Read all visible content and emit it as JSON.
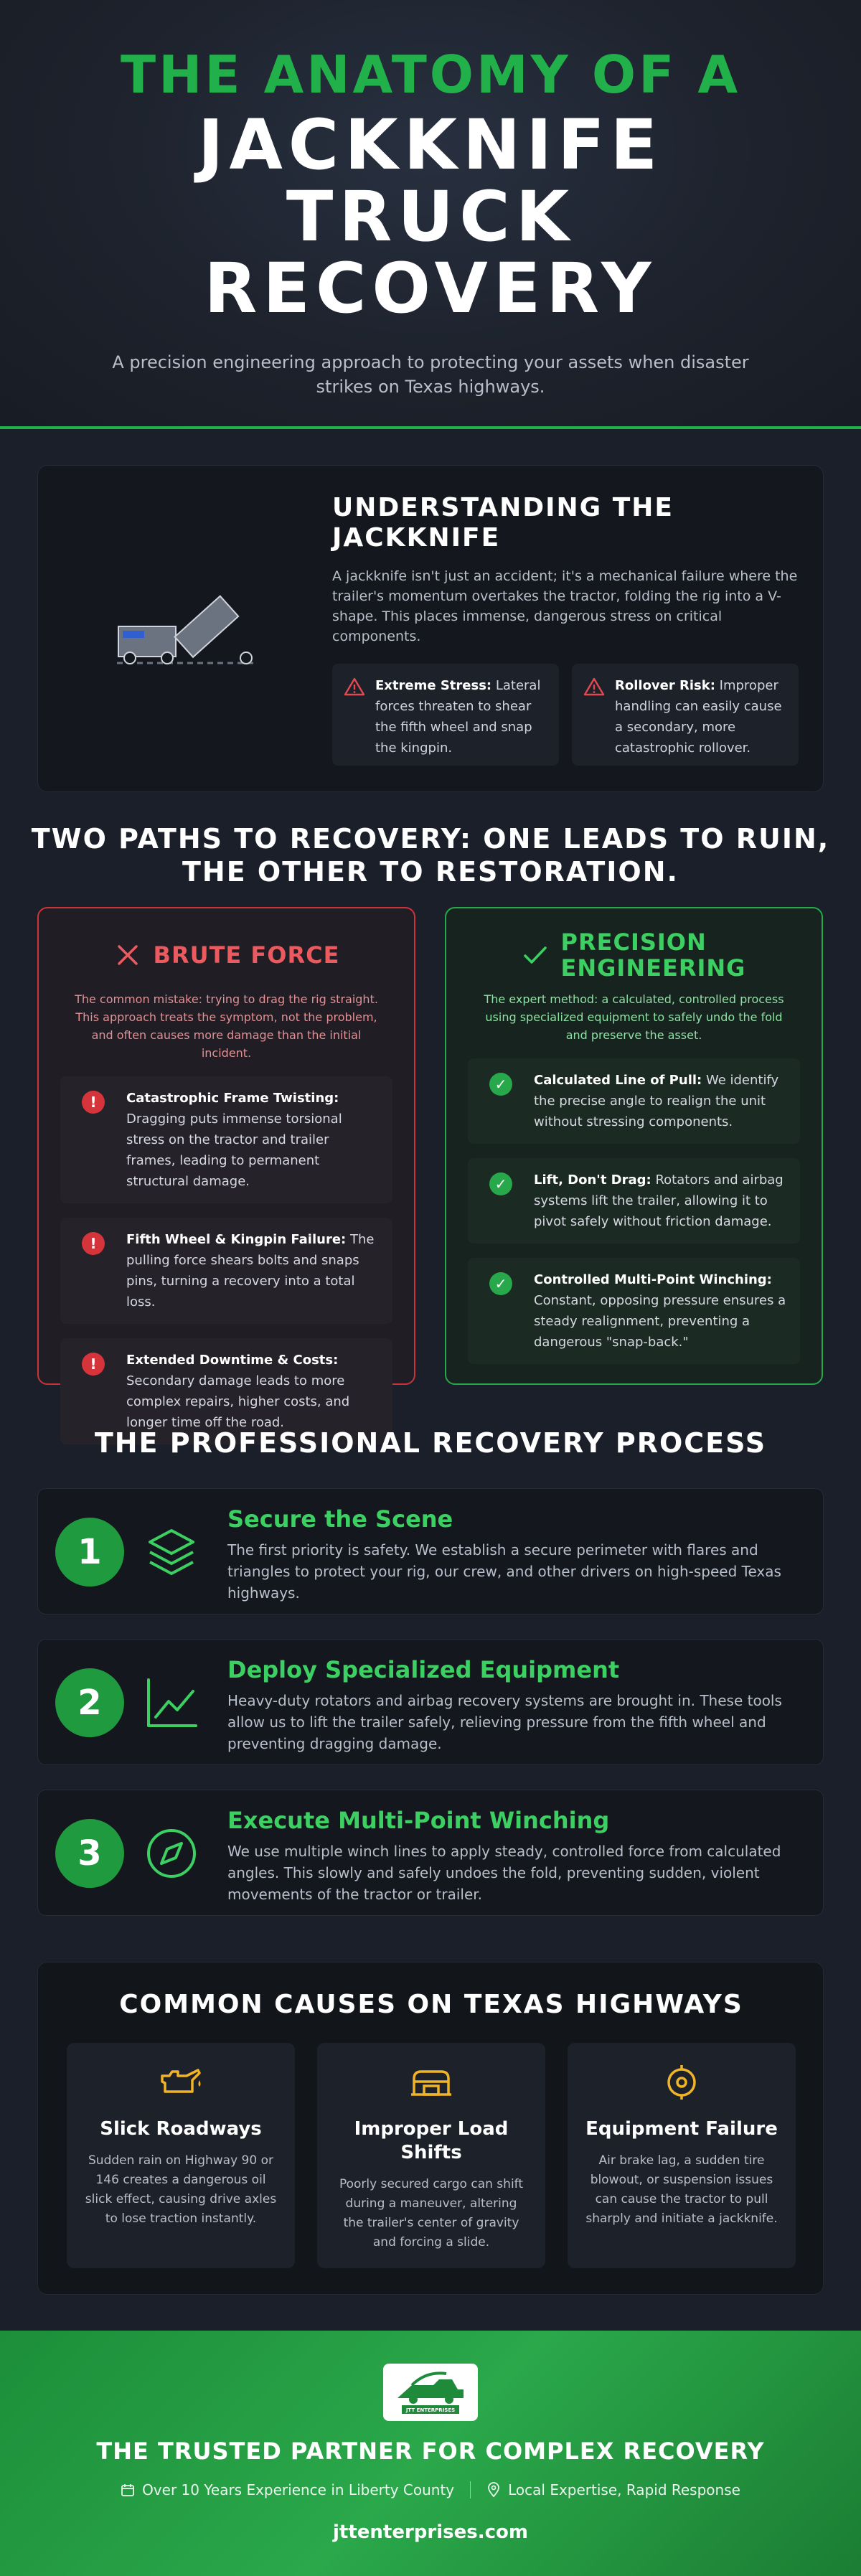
{
  "hero": {
    "kicker": "THE ANATOMY OF A",
    "title_lines": [
      "JACKKNIFE",
      "TRUCK",
      "RECOVERY"
    ],
    "subtitle": "A precision engineering approach to protecting your assets when disaster strikes on Texas highways."
  },
  "understand": {
    "title": "UNDERSTANDING THE JACKKNIFE",
    "body": "A jackknife isn't just an accident; it's a mechanical failure where the trailer's momentum overtakes the tractor, folding the rig into a V-shape. This places immense, dangerous stress on critical components.",
    "risks": [
      {
        "label": "Extreme Stress:",
        "text": " Lateral forces threaten to shear the fifth wheel and snap the kingpin."
      },
      {
        "label": "Rollover Risk:",
        "text": " Improper handling can easily cause a secondary, more catastrophic rollover."
      }
    ]
  },
  "paths": {
    "title": "TWO PATHS TO RECOVERY: ONE LEADS TO RUIN, THE OTHER TO RESTORATION.",
    "bad": {
      "name": "BRUTE FORCE",
      "desc": "The common mistake: trying to drag the rig straight. This approach treats the symptom, not the problem, and often causes more damage than the initial incident.",
      "items": [
        {
          "label": "Catastrophic Frame Twisting:",
          "text": " Dragging puts immense torsional stress on the tractor and trailer frames, leading to permanent structural damage."
        },
        {
          "label": "Fifth Wheel & Kingpin Failure:",
          "text": " The pulling force shears bolts and snaps pins, turning a recovery into a total loss."
        },
        {
          "label": "Extended Downtime & Costs:",
          "text": " Secondary damage leads to more complex repairs, higher costs, and longer time off the road."
        }
      ]
    },
    "good": {
      "name": "PRECISION ENGINEERING",
      "desc": "The expert method: a calculated, controlled process using specialized equipment to safely undo the fold and preserve the asset.",
      "items": [
        {
          "label": "Calculated Line of Pull:",
          "text": " We identify the precise angle to realign the unit without stressing components."
        },
        {
          "label": "Lift, Don't Drag:",
          "text": " Rotators and airbag systems lift the trailer, allowing it to pivot safely without friction damage."
        },
        {
          "label": "Controlled Multi-Point Winching:",
          "text": " Constant, opposing pressure ensures a steady realignment, preventing a dangerous \"snap-back.\""
        }
      ]
    }
  },
  "process": {
    "title": "THE PROFESSIONAL RECOVERY PROCESS",
    "steps": [
      {
        "num": "1",
        "title": "Secure the Scene",
        "body": "The first priority is safety. We establish a secure perimeter with flares and triangles to protect your rig, our crew, and other drivers on high-speed Texas highways.",
        "icon": "layers-icon"
      },
      {
        "num": "2",
        "title": "Deploy Specialized Equipment",
        "body": "Heavy-duty rotators and airbag recovery systems are brought in. These tools allow us to lift the trailer safely, relieving pressure from the fifth wheel and preventing dragging damage.",
        "icon": "line-chart-icon"
      },
      {
        "num": "3",
        "title": "Execute Multi-Point Winching",
        "body": "We use multiple winch lines to apply steady, controlled force from calculated angles. This slowly and safely undoes the fold, preventing sudden, violent movements of the tractor or trailer.",
        "icon": "compass-icon"
      }
    ]
  },
  "causes": {
    "title": "COMMON CAUSES ON TEXAS HIGHWAYS",
    "items": [
      {
        "title": "Slick Roadways",
        "body": "Sudden rain on Highway 90 or 146 creates a dangerous oil slick effect, causing drive axles to lose traction instantly.",
        "icon": "oil-can-icon"
      },
      {
        "title": "Improper Load Shifts",
        "body": "Poorly secured cargo can shift during a maneuver, altering the trailer's center of gravity and forcing a slide.",
        "icon": "cargo-box-icon"
      },
      {
        "title": "Equipment Failure",
        "body": "Air brake lag, a sudden tire blowout, or suspension issues can cause the tractor to pull sharply and initiate a jackknife.",
        "icon": "crosshair-icon"
      }
    ]
  },
  "footer": {
    "title": "THE TRUSTED PARTNER FOR COMPLEX RECOVERY",
    "meta1": "Over 10 Years Experience in Liberty County",
    "meta2": "Local Expertise, Rapid Response",
    "url": "jttenterprises.com",
    "logo": "JTT ENTERPRISES"
  },
  "colors": {
    "accent": "#22b04a",
    "danger": "#d5343b",
    "warn_yellow": "#f0b429"
  }
}
